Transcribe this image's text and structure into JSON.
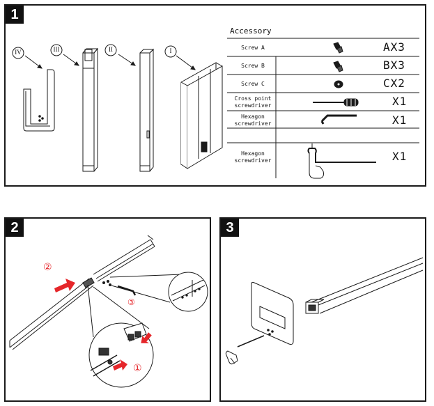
{
  "steps": {
    "step1": "1",
    "step2": "2",
    "step3": "3"
  },
  "parts": {
    "p4": "IV",
    "p3": "III",
    "p2": "II",
    "p1": "I"
  },
  "accessory": {
    "title": "Accessory",
    "rows": [
      {
        "name": "Screw A",
        "qty": "AX3",
        "icon": "screw-icon"
      },
      {
        "name": "Screw B",
        "qty": "BX3",
        "icon": "screw-icon"
      },
      {
        "name": "Screw C",
        "qty": "CX2",
        "icon": "bolt-icon"
      },
      {
        "name": "Cross point screwdriver",
        "qty": "X1",
        "icon": "screwdriver-icon"
      },
      {
        "name": "Hexagon screwdriver",
        "qty": "X1",
        "icon": "hex-key-icon"
      },
      {
        "name": "Hexagon screwdriver",
        "qty": "X1",
        "icon": "t-handle-hex-key-icon"
      }
    ]
  },
  "step2_callouts": {
    "c1": "①",
    "c2": "②",
    "c3": "③"
  },
  "colors": {
    "accent": "#e5262a",
    "line": "#1a1a1a"
  }
}
